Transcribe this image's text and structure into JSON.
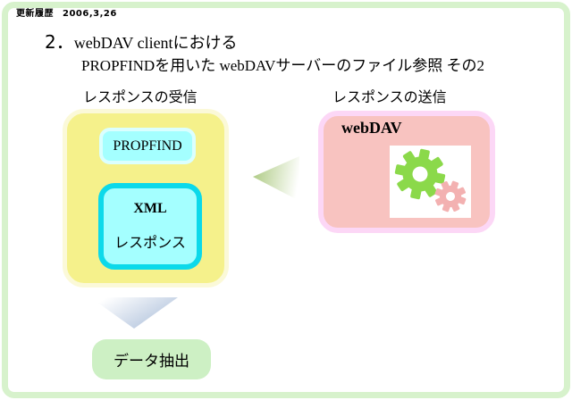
{
  "slide": {
    "kind": "webdav-response-diagram",
    "colors": {
      "frame": "#d7f2cc",
      "client_box_fill": "#f5f18b",
      "client_box_border": "#fbf9d8",
      "propfind_fill": "#a4ffff",
      "propfind_border": "#dbffff",
      "xml_fill": "#a4ffff",
      "xml_border": "#0cd9ea",
      "server_box_fill": "#f8c3c0",
      "server_box_border": "#fcd7f6",
      "gear_large": "#8bd94a",
      "gear_small": "#f3b1b1",
      "result_box_fill": "#cdf0c4",
      "arrow_left_green": "#aac87e",
      "arrow_down_blue": "#a3b8d6"
    }
  },
  "header": {
    "revision_label": "更新履歴",
    "revision_date": "2006,3,26"
  },
  "title": {
    "number": "2．",
    "line1": "webDAV clientにおける",
    "line2": "PROPFINDを用いた webDAVサーバーのファイル参照 その2"
  },
  "client": {
    "label": "レスポンスの受信",
    "propfind_label": "PROPFIND",
    "xml_title": "XML",
    "xml_subtitle": "レスポンス"
  },
  "server": {
    "label": "レスポンスの送信",
    "name": "webDAV",
    "icon": "gears-icon"
  },
  "result": {
    "label": "データ抽出"
  }
}
